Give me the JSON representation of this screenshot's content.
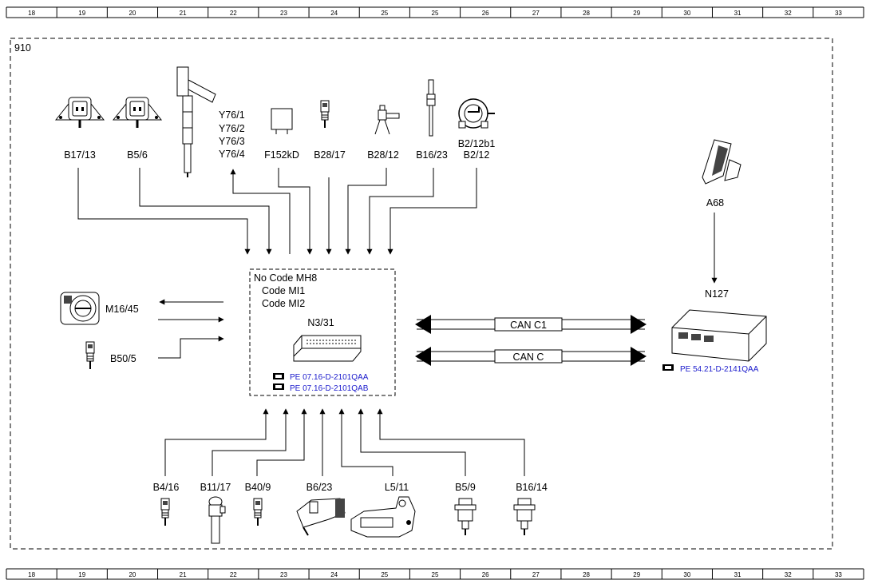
{
  "ruler": {
    "top": [
      "18",
      "19",
      "20",
      "21",
      "22",
      "23",
      "24",
      "25",
      "25",
      "26",
      "27",
      "28",
      "29",
      "30",
      "31",
      "32",
      "33"
    ],
    "bottom": [
      "18",
      "19",
      "20",
      "21",
      "22",
      "23",
      "24",
      "25",
      "25",
      "26",
      "27",
      "28",
      "29",
      "30",
      "31",
      "32",
      "33"
    ]
  },
  "frame_id": "910",
  "components": {
    "b17_13": "B17/13",
    "b5_6": "B5/6",
    "y76": [
      "Y76/1",
      "Y76/2",
      "Y76/3",
      "Y76/4"
    ],
    "f152kd": "F152kD",
    "b28_17": "B28/17",
    "b28_12": "B28/12",
    "b16_23": "B16/23",
    "b2_12b1": "B2/12b1",
    "b2_12": "B2/12",
    "a68": "A68",
    "m16_45": "M16/45",
    "b50_5": "B50/5",
    "n127": "N127",
    "b4_16": "B4/16",
    "b11_17": "B11/17",
    "b40_9": "B40/9",
    "b6_23": "B6/23",
    "l5_11": "L5/11",
    "b5_9": "B5/9",
    "b16_14": "B16/14"
  },
  "ecu": {
    "codes": [
      "No Code MH8",
      "Code MI1",
      "Code MI2"
    ],
    "label": "N3/31",
    "refs": [
      "PE 07.16-D-2101QAA",
      "PE 07.16-D-2101QAB"
    ]
  },
  "n127_ref": "PE 54.21-D-2141QAA",
  "can": {
    "c1": "CAN C1",
    "c": "CAN C"
  },
  "colors": {
    "link": "#1a1acc",
    "line": "#000000"
  }
}
